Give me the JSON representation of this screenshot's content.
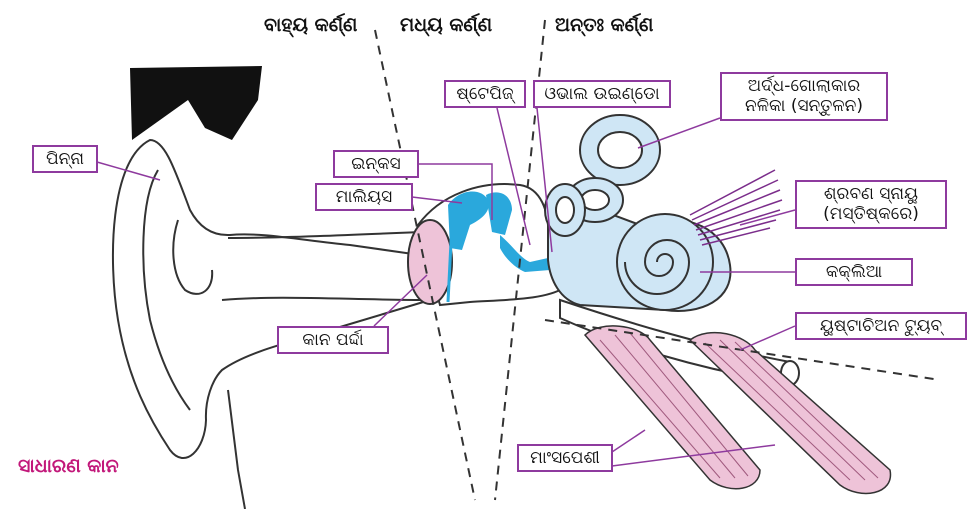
{
  "sections": {
    "outer": "ବାହ୍ୟ କର୍ଣ୍ଣ",
    "middle": "ମଧ୍ୟ କର୍ଣ୍ଣ",
    "inner": "ଅନ୍ତଃ କର୍ଣ୍ଣ"
  },
  "labels": {
    "pinna": "ପିନ୍ନା",
    "incus": "ଇନ୍‌କସ",
    "malleus": "ମାଲିୟସ",
    "stapes": "ଷ୍ଟେପିଜ୍",
    "oval_window": "ଓଭାଲ ଉଇଣ୍ଡୋ",
    "semicircular_line1": "ଅର୍ଦ୍ଧ-ଗୋଲାକାର",
    "semicircular_line2": "ନଳିକା (ସନ୍ତୁଳନ)",
    "nerve_line1": "ଶ୍ରବଣ ସ୍ନାୟୁ",
    "nerve_line2": "(ମସ୍ତିଷ୍କରେ)",
    "cochlea": "କକ୍‌ଲିଆ",
    "eustachian": "ୟୁଷ୍ଟାଚିଅନ ଟ୍ୟୁବ୍",
    "eardrum": "କାନ ପର୍ଦ୍ଦା",
    "muscle": "ମାଂସପେଶୀ"
  },
  "caption": "ସାଧାରଣ କାନ",
  "colors": {
    "label_border": "#8e3a9e",
    "caption": "#c2187a",
    "inner_ear_fill": "#cfe6f5",
    "ossicle_fill": "#2aa8dc",
    "muscle_fill": "#eec3d8",
    "nerve": "#7b2d8b"
  }
}
